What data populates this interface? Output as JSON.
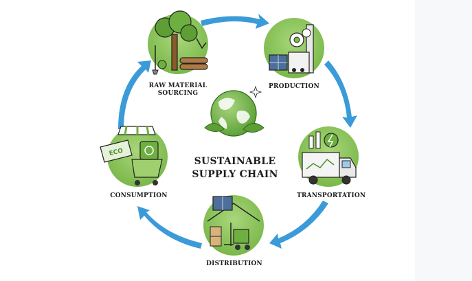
{
  "diagram": {
    "title_line1": "SUSTAINABLE",
    "title_line2": "SUPPLY CHAIN",
    "stages": [
      {
        "id": "raw-material",
        "label_line1": "RAW MATERIAL",
        "label_line2": "SOURCING",
        "icon": "tree-logging-icon"
      },
      {
        "id": "production",
        "label_line1": "PRODUCTION",
        "icon": "factory-solar-icon"
      },
      {
        "id": "transportation",
        "label_line1": "TRANSPORTATION",
        "icon": "delivery-truck-icon"
      },
      {
        "id": "distribution",
        "label_line1": "DISTRIBUTION",
        "icon": "warehouse-forklift-icon"
      },
      {
        "id": "consumption",
        "label_line1": "CONSUMPTION",
        "icon": "eco-shopping-cart-icon"
      }
    ],
    "center_icon": "globe-leaves-icon",
    "eco_tag": "ECO",
    "colors": {
      "arrow": "#3b9bd9",
      "green": "#7cbd4a",
      "dark_green": "#4f8f2e",
      "circle_bg": "#8fc55f"
    }
  }
}
